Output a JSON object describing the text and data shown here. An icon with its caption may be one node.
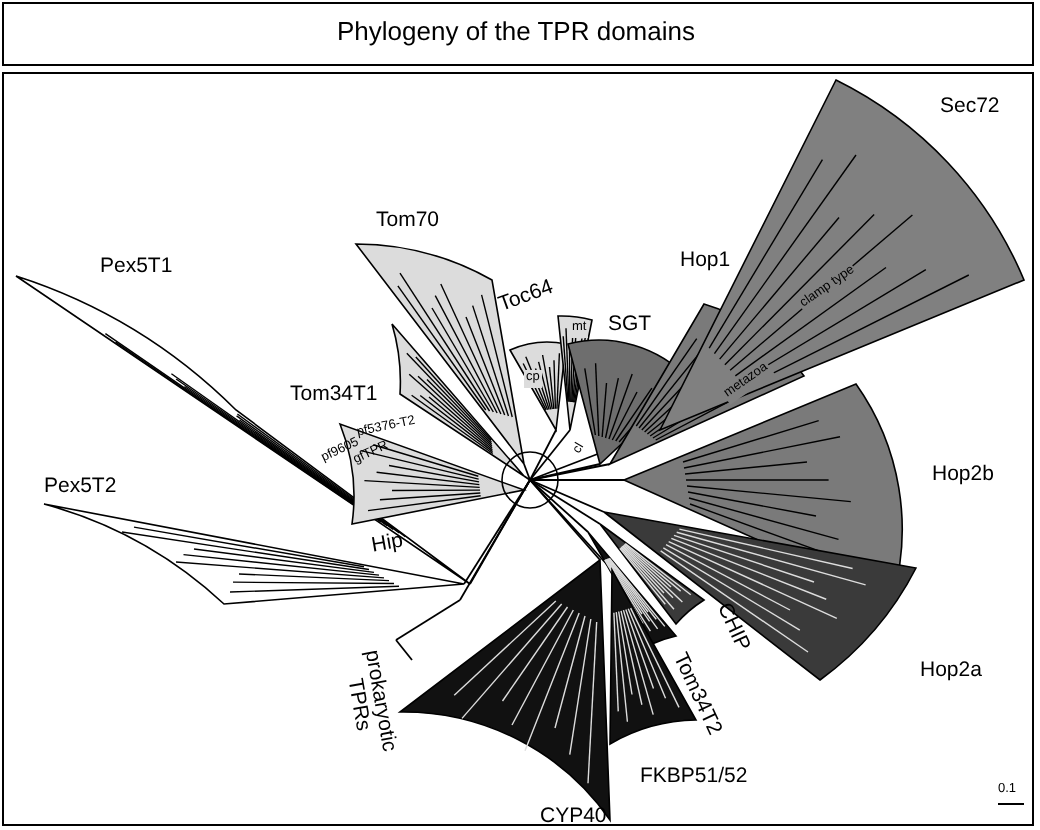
{
  "diagram": {
    "title": "Phylogeny of the TPR domains",
    "labels": [
      "Sec72",
      "Hop1",
      "SGT",
      "Tom70",
      "Toc64",
      "cp",
      "mt",
      "pf9605",
      "gfTPR",
      "cl",
      "Tom34T1",
      "pf5376-T2",
      "Pex5T1",
      "metazoa",
      "clamp type",
      "Hop2b",
      "Pex5T2",
      "Hip",
      "Hop2a",
      "CHIP",
      "Tom34T2",
      "prokaryotic TPRs",
      "FKBP51/52",
      "CYP40",
      "0.1"
    ]
  }
}
